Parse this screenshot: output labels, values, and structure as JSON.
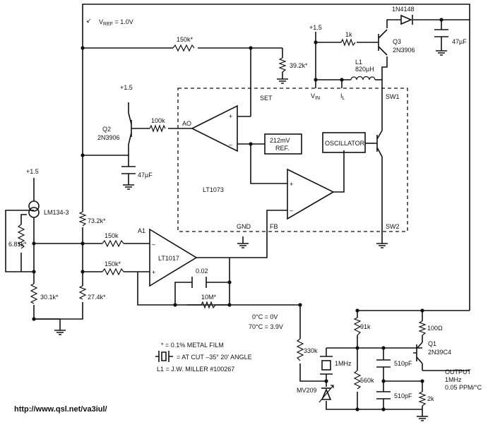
{
  "diagram": {
    "labels": {
      "vref": "V",
      "vref_sub": "REF",
      "vref_val": " = 1.0V",
      "r150k_top": "150k*",
      "r39k": "39.2k*",
      "plus15_a": "+1.5",
      "plus15_b": "+1.5",
      "plus15_c": "+1.5",
      "r1k": "1k",
      "q3": "Q3",
      "q3_part": "2N3906",
      "l1": "L1",
      "l1_val": "820µH",
      "d1": "1N4148",
      "c47_top": "47µF",
      "q2": "Q2",
      "q2_part": "2N3906",
      "r100k": "100k",
      "ao": "AO",
      "set": "SET",
      "vin": "V",
      "vin_sub": "IN",
      "il": "I",
      "il_sub": "L",
      "sw1": "SW1",
      "ref1": "212mV",
      "ref2": "REF.",
      "osc": "OSCILLATOR",
      "c47_left": "47µF",
      "lt1073": "LT1073",
      "lm134": "LM134-3",
      "r681": "6.81k*",
      "r732": "73.2k*",
      "gnd": "GND",
      "fb": "FB",
      "sw2": "SW2",
      "a1": "A1",
      "r150k_a": "150k",
      "r150k_b": "150k*",
      "lt1017": "LT1017",
      "c002": "0.02",
      "r10m": "10M*",
      "r301": "30.1k*",
      "r274": "27.4k*",
      "t0": "0°C = 0V",
      "t70": "70°C = 3.9V",
      "r91k": "91k",
      "r100": "100Ω",
      "q1": "Q1",
      "q1_part": "2N39C4",
      "r330k": "330k",
      "xtal": "1MHz",
      "r560k": "560k",
      "c510a": "510pF",
      "c510b": "510pF",
      "output": "OUTPUT",
      "out_f": "1MHz",
      "out_ppm": "0.05 PPM/°C",
      "mv209": "MV209",
      "r2k": "2k",
      "note1": "* = 0.1% METAL FILM",
      "note2": "= AT CUT –35° 20' ANGLE",
      "note3": "L1 = J.W. MILLER #100267",
      "url": "http://www.qsl.net/va3iul/"
    }
  }
}
